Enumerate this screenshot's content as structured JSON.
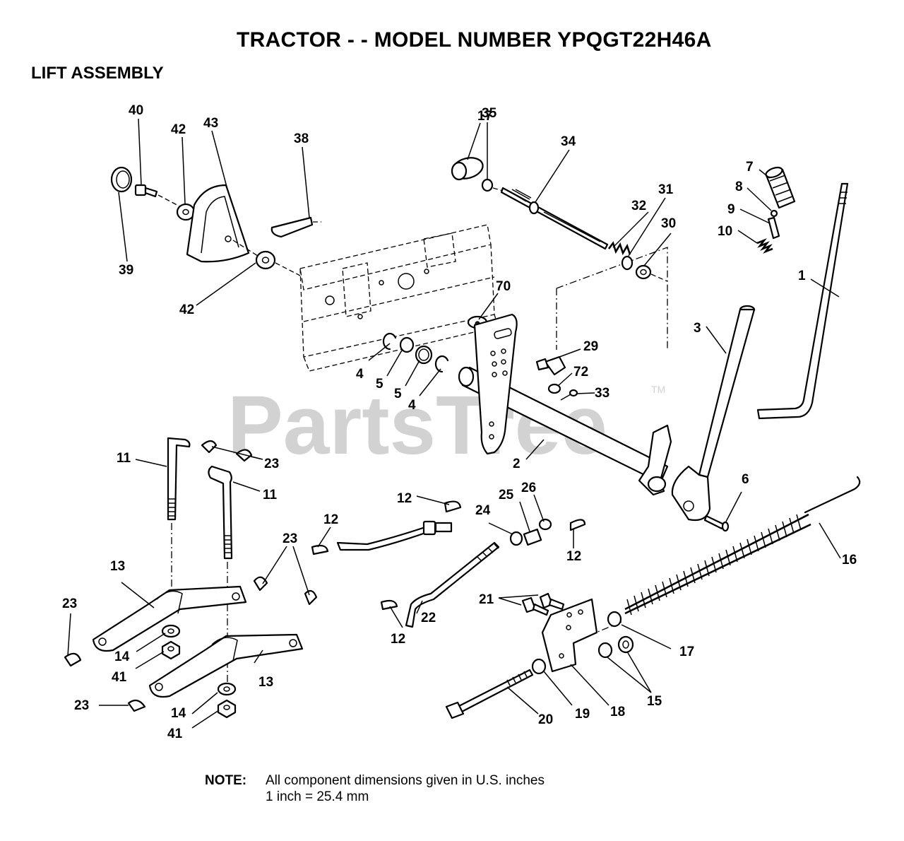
{
  "header": {
    "title": "TRACTOR - - MODEL NUMBER YPQGT22H46A",
    "section": "LIFT ASSEMBLY"
  },
  "watermark": {
    "text": "PartsTree",
    "trademark": "TM"
  },
  "callouts": [
    "1",
    "2",
    "3",
    "4",
    "4",
    "5",
    "5",
    "6",
    "7",
    "8",
    "9",
    "10",
    "11",
    "11",
    "12",
    "12",
    "12",
    "12",
    "13",
    "13",
    "14",
    "14",
    "15",
    "16",
    "17",
    "17",
    "18",
    "19",
    "20",
    "21",
    "22",
    "23",
    "23",
    "23",
    "23",
    "24",
    "25",
    "26",
    "29",
    "30",
    "31",
    "32",
    "33",
    "34",
    "35",
    "38",
    "39",
    "40",
    "41",
    "41",
    "42",
    "42",
    "43",
    "70",
    "72"
  ],
  "note": {
    "label": "NOTE:",
    "line1": "All component dimensions given in U.S. inches",
    "line2": "1 inch = 25.4 mm"
  }
}
